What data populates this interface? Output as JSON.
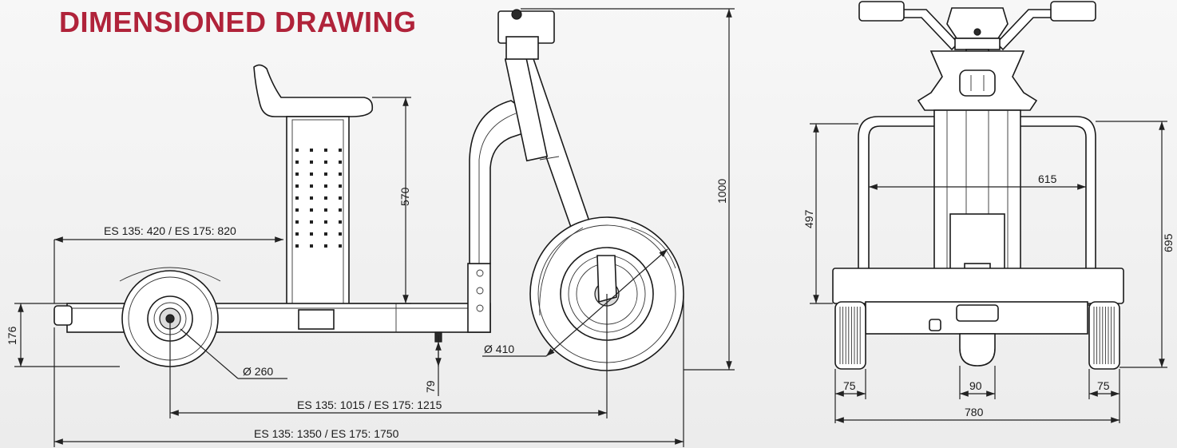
{
  "title": "DIMENSIONED DRAWING",
  "colors": {
    "title": "#b0233a",
    "line": "#222222",
    "background": "#f1f1f1"
  },
  "side_view": {
    "dimensions": {
      "platform_length": "ES 135: 420 / ES 175: 820",
      "seat_height": "570",
      "overall_height": "1000",
      "frame_height": "176",
      "rear_wheel_diameter": "Ø 260",
      "front_wheel_diameter": "Ø 410",
      "ground_clearance": "79",
      "wheelbase": "ES 135: 1015 / ES 175: 1215",
      "overall_length": "ES 135: 1350 / ES 175: 1750"
    }
  },
  "front_view": {
    "dimensions": {
      "inner_width": "615",
      "frame_height_front": "497",
      "total_height_front": "695",
      "wheel_width_left": "75",
      "wheel_width_right": "75",
      "center_wheel_width": "90",
      "overall_width": "780"
    }
  }
}
